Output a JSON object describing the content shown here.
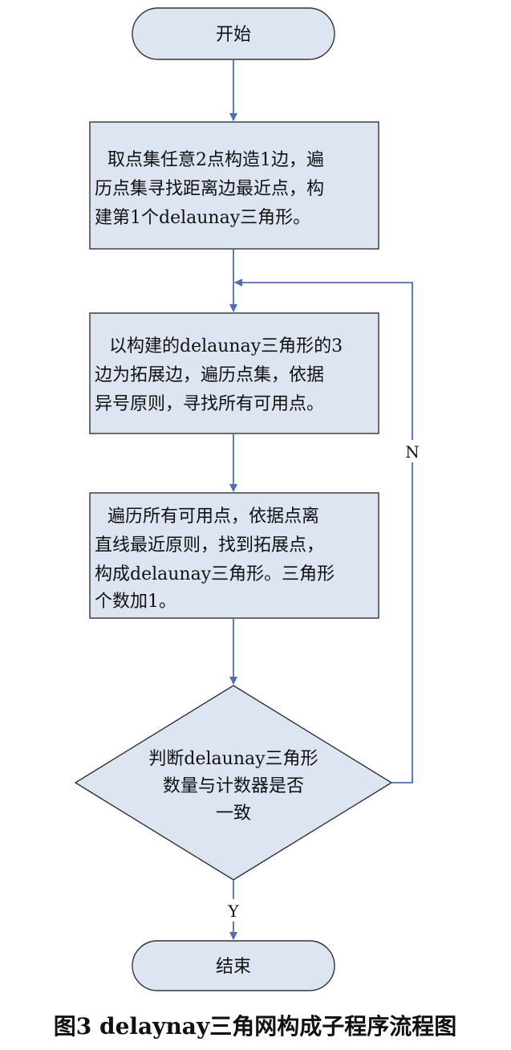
{
  "flowchart": {
    "start_label": "开始",
    "step1": {
      "lines": [
        "取点集任意2点构造1边，遍",
        "历点集寻找距离边最近点，构",
        "建第1个delaunay三角形。"
      ]
    },
    "step2": {
      "lines": [
        "以构建的delaunay三角形的3",
        "边为拓展边，遍历点集，依据",
        "异号原则，寻找所有可用点。"
      ]
    },
    "step3": {
      "lines": [
        "遍历所有可用点，依据点离",
        "直线最近原则，找到拓展点，",
        "构成delaunay三角形。三角形",
        "个数加1。"
      ]
    },
    "decision": {
      "lines": [
        "判断delaunay三角形",
        "数量与计数器是否",
        "一致"
      ]
    },
    "no_label": "N",
    "yes_label": "Y",
    "end_label": "结束"
  },
  "caption": "图3   delaynay三角网构成子程序流程图",
  "colors": {
    "shape_fill": "#dde5f2",
    "shape_border": "#333333",
    "connector": "#4d6fb3"
  }
}
